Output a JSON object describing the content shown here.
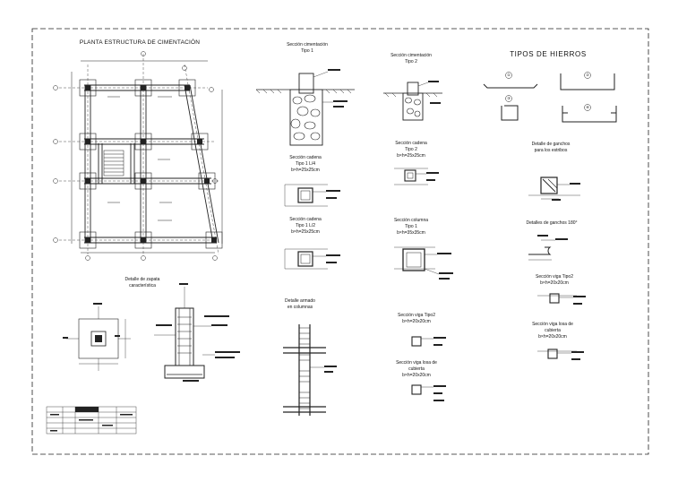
{
  "sheet": {
    "plan_title": "PLANTA ESTRUCTURA DE CIMENTACIÓN",
    "hierros_title": "TIPOS DE HIERROS"
  },
  "sections": {
    "cim1": [
      "Sección cimentación",
      "Tipo 1"
    ],
    "cim2": [
      "Sección cimentación",
      "Tipo 2"
    ],
    "cad14": [
      "Sección cadena",
      "Tipo 1 L/4",
      "b×h=25x25cm"
    ],
    "cad12": [
      "Sección cadena",
      "Tipo 1 L/2",
      "b×h=25x25cm"
    ],
    "cad2": [
      "Sección cadena",
      "Tipo 2",
      "b×h=25x25cm"
    ],
    "col1": [
      "Sección columna",
      "Tipo 1",
      "b×h=35x35cm"
    ],
    "zapata": [
      "Detalle de zapata",
      "característica"
    ],
    "armado": [
      "Detalle armado",
      "en columnas"
    ],
    "viga2": [
      "Sección viga Tipo2",
      "b×h=20x20cm"
    ],
    "vigalosa_l": [
      "Sección viga losa de",
      "cubierta",
      "b×h=20x20cm"
    ],
    "ganchos": [
      "Detalle de ganchos",
      "para los estribos"
    ],
    "ganchos180": [
      "Detalles de ganchos 180°"
    ],
    "viga2_r": [
      "Sección viga Tipo2",
      "b×h=20x20cm"
    ],
    "vigalosa_r": [
      "Sección viga losa de",
      "cubierta",
      "b×h=20x20cm"
    ]
  },
  "hierro_marks": [
    "①",
    "②",
    "③",
    "④"
  ]
}
